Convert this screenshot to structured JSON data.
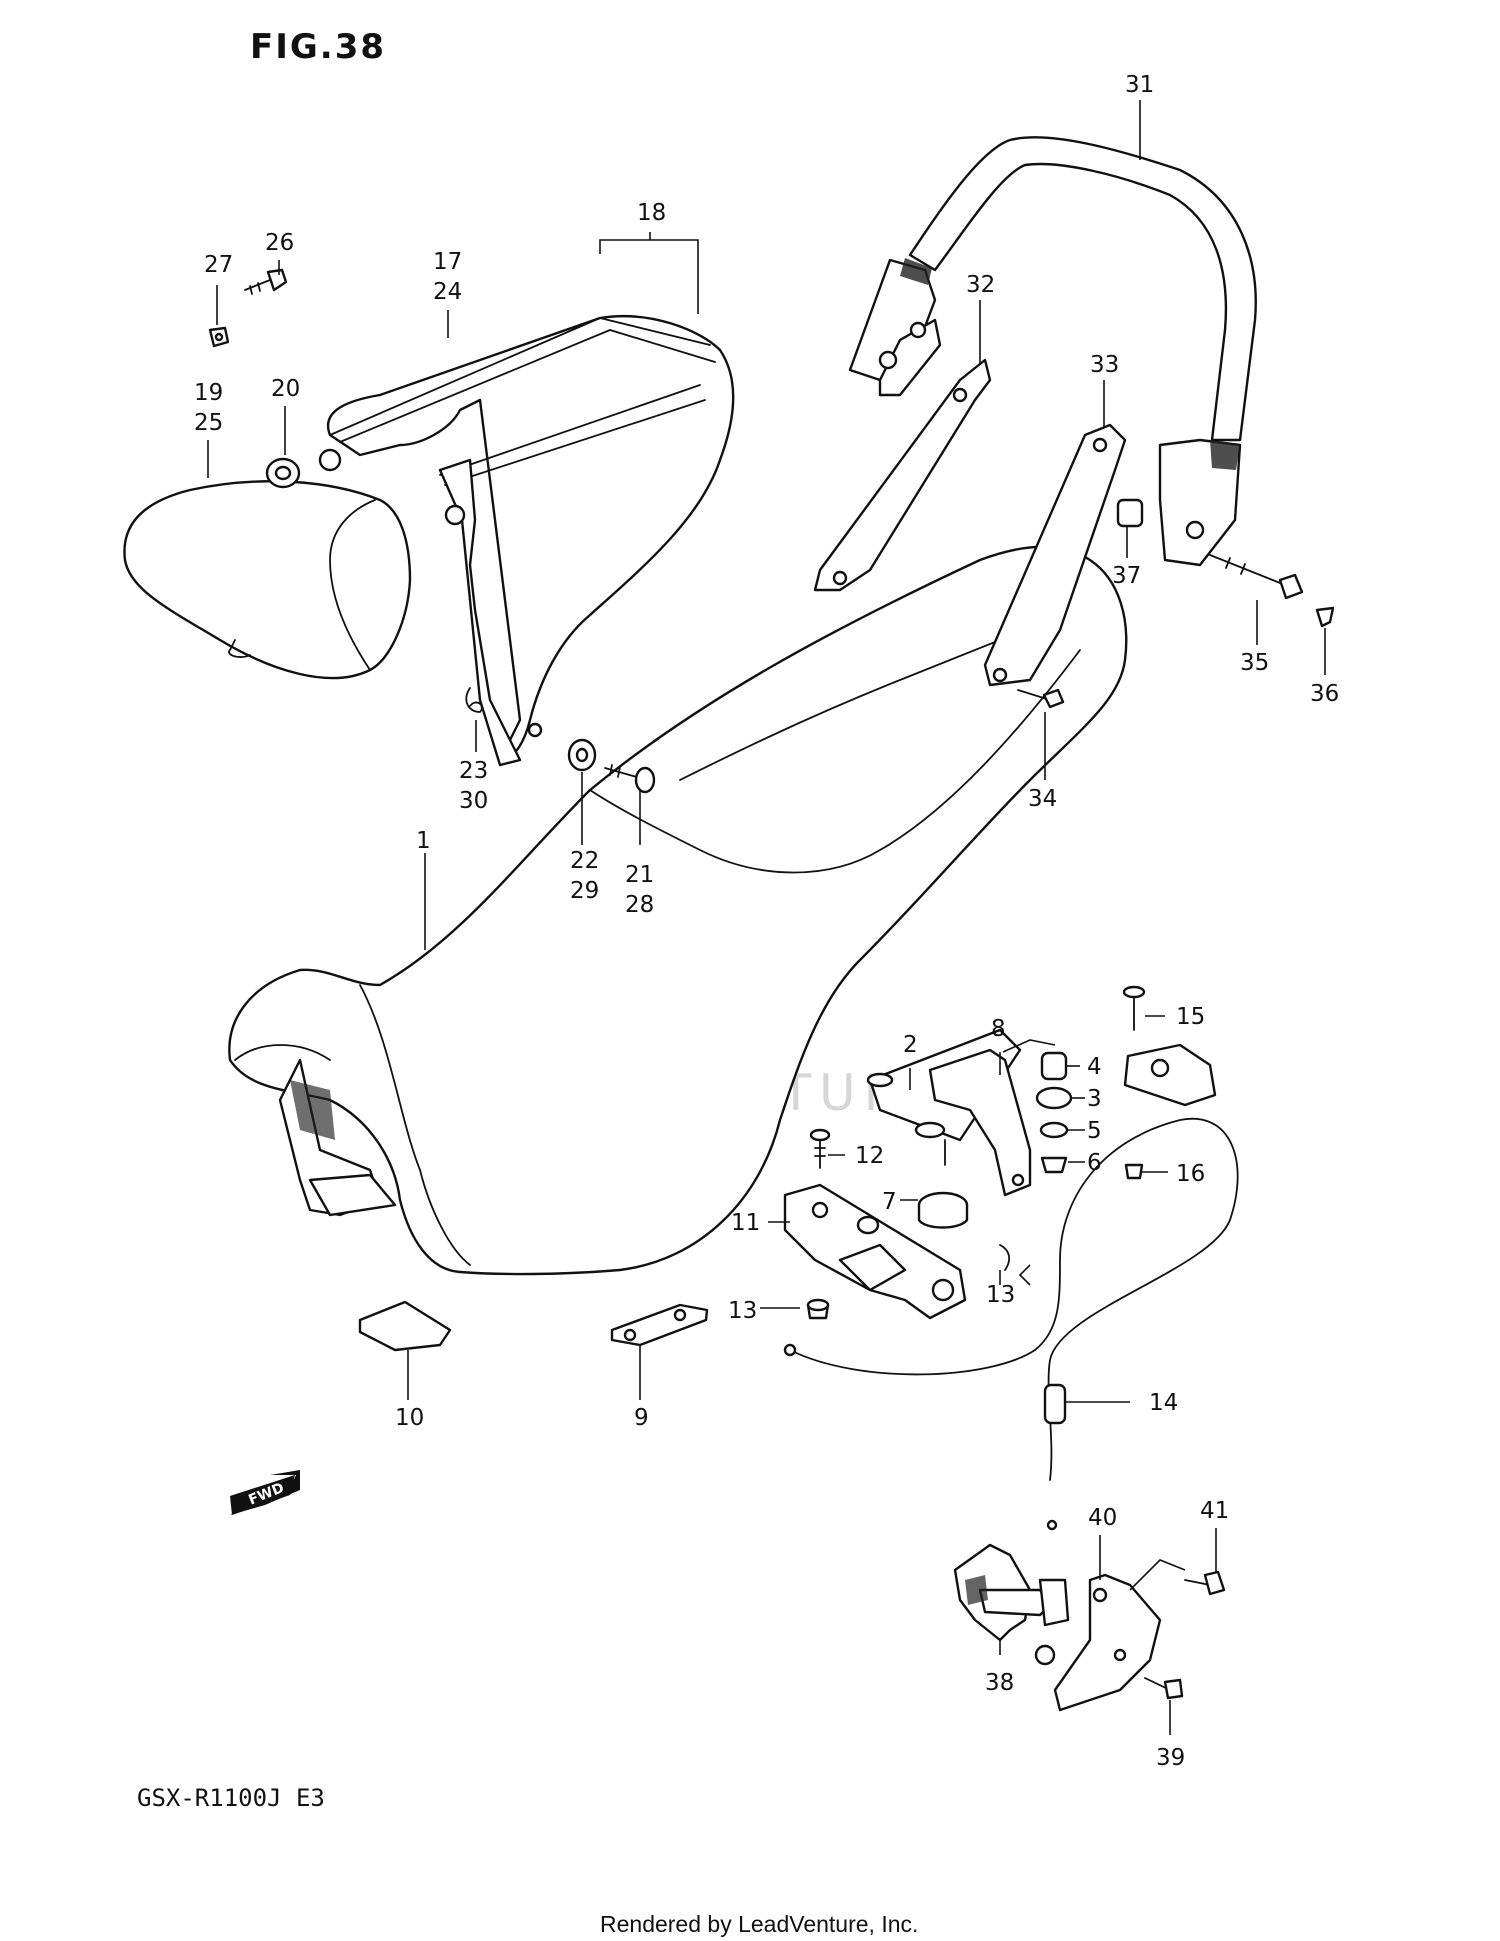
{
  "figure_title": "FIG.38",
  "model_code": "GSX-R1100J  E3",
  "footer": "Rendered by LeadVenture, Inc.",
  "watermark": "LEADVENTURE",
  "fwd_label": "FWD",
  "callouts": {
    "c1": "1",
    "c2": "2",
    "c3": "3",
    "c4": "4",
    "c5": "5",
    "c6": "6",
    "c7": "7",
    "c8": "8",
    "c9": "9",
    "c10": "10",
    "c11": "11",
    "c12": "12",
    "c13a": "13",
    "c13b": "13",
    "c14": "14",
    "c15": "15",
    "c16": "16",
    "c17": "17",
    "c24": "24",
    "c18": "18",
    "c19": "19",
    "c25": "25",
    "c20": "20",
    "c21": "21",
    "c28": "28",
    "c22": "22",
    "c29": "29",
    "c23": "23",
    "c30": "30",
    "c26": "26",
    "c27": "27",
    "c31": "31",
    "c32": "32",
    "c33": "33",
    "c34": "34",
    "c35": "35",
    "c36": "36",
    "c37": "37",
    "c38": "38",
    "c39": "39",
    "c40": "40",
    "c41": "41"
  }
}
